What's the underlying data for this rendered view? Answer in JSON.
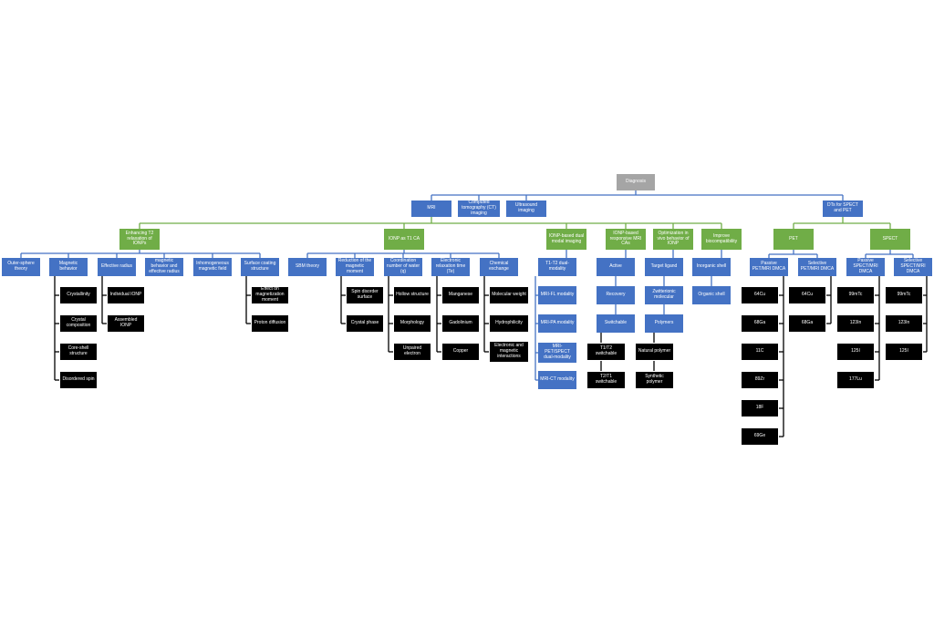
{
  "colors": {
    "root": "#a5a5a5",
    "blue": "#4472c4",
    "green": "#70ad47",
    "black": "#000000",
    "blue_line": "#4472c4",
    "green_line": "#70ad47"
  },
  "root": "Diagnosis",
  "level1": {
    "mri": "MRI",
    "ct": "Computed tomography (CT) imaging",
    "us": "Ultrasound imaging",
    "dts": "DTs for SPECT and PET"
  },
  "level2": {
    "t2": "Enhancing T2 relaxation of IONPs",
    "t1": "IONP as T1 CA",
    "dual": "IONP-based dual modal imaging",
    "resp": "IONP-based responsive MRI CAs",
    "invivo": "Optimization in vivo behavior of IONP",
    "bio": "Improve biocompatibility",
    "pet": "PET",
    "spect": "SPECT"
  },
  "level3": {
    "outer": "Outer-sphere theory",
    "mag": "Magnetic behavior",
    "eff": "Effective radius",
    "magbeh": "magnetic behavior and effective radius",
    "inhom": "Inhomogeneous magnetic field",
    "surf": "Surface coating structure",
    "sbm": "SBM theory",
    "redu": "Reduction of the magnetic moment",
    "coord": "Coordination number of water (q)",
    "elec": "Electronic relaxation time (Te)",
    "chem": "Chemical exchange",
    "t1t2": "T1-T2 dual-modality",
    "mrifl": "MRI-FL modality",
    "mripa": "MRI-PA modality",
    "mripet": "MRI-PET/SPECT dual-modality",
    "mrict": "MRI-CT modality",
    "active": "Active",
    "recovery": "Recovery",
    "switch": "Switchable",
    "target": "Target ligand",
    "zwit": "Zwitterionic molecular",
    "polymers": "Polymers",
    "inorg": "Inorganic shell",
    "org": "Organic shell",
    "ppet": "Passive PET/MRI DMCA",
    "spet": "Selective PET/MRI DMCA",
    "pspect": "Passive SPECT/MRI DMCA",
    "sspect": "Selective SPECT/MRI DMCA"
  },
  "leaves": {
    "cryst": "Crystallinity",
    "crystcomp": "Crystal composition",
    "core": "Core-shell structure",
    "disord": "Disordered spin",
    "indiv": "Individual IONP",
    "assem": "Assembled IONP",
    "effmag": "Effect on magnetization moment",
    "proton": "Proton diffusion",
    "spindis": "Spin disorder surface",
    "crphase": "Crystal phase",
    "hollow": "Hollow structure",
    "morph": "Morphology",
    "unpaired": "Unpaired electron",
    "mn": "Manganese",
    "gd": "Gadolinium",
    "cu": "Copper",
    "molw": "Molecular weight",
    "hydro": "Hydrophilicity",
    "elecmag": "Electronic and magnetic interactions",
    "sw1": "T1/T2 switchable",
    "sw2": "T2/T1 switchable",
    "natpoly": "Natural polymer",
    "synpoly": "Synthetic polymer",
    "p64cu": "64Cu",
    "p68ga": "68Ga",
    "p11c": "11C",
    "p89zr": "89Zr",
    "p18f": "18F",
    "p69ge": "69Ge",
    "s64cu": "64Cu",
    "s68ga": "68Ga",
    "p99tc": "99mTc",
    "p123in": "123In",
    "p125i": "125I",
    "p177lu": "177Lu",
    "s99tc": "99mTc",
    "s123in": "123In",
    "s125i": "125I"
  }
}
